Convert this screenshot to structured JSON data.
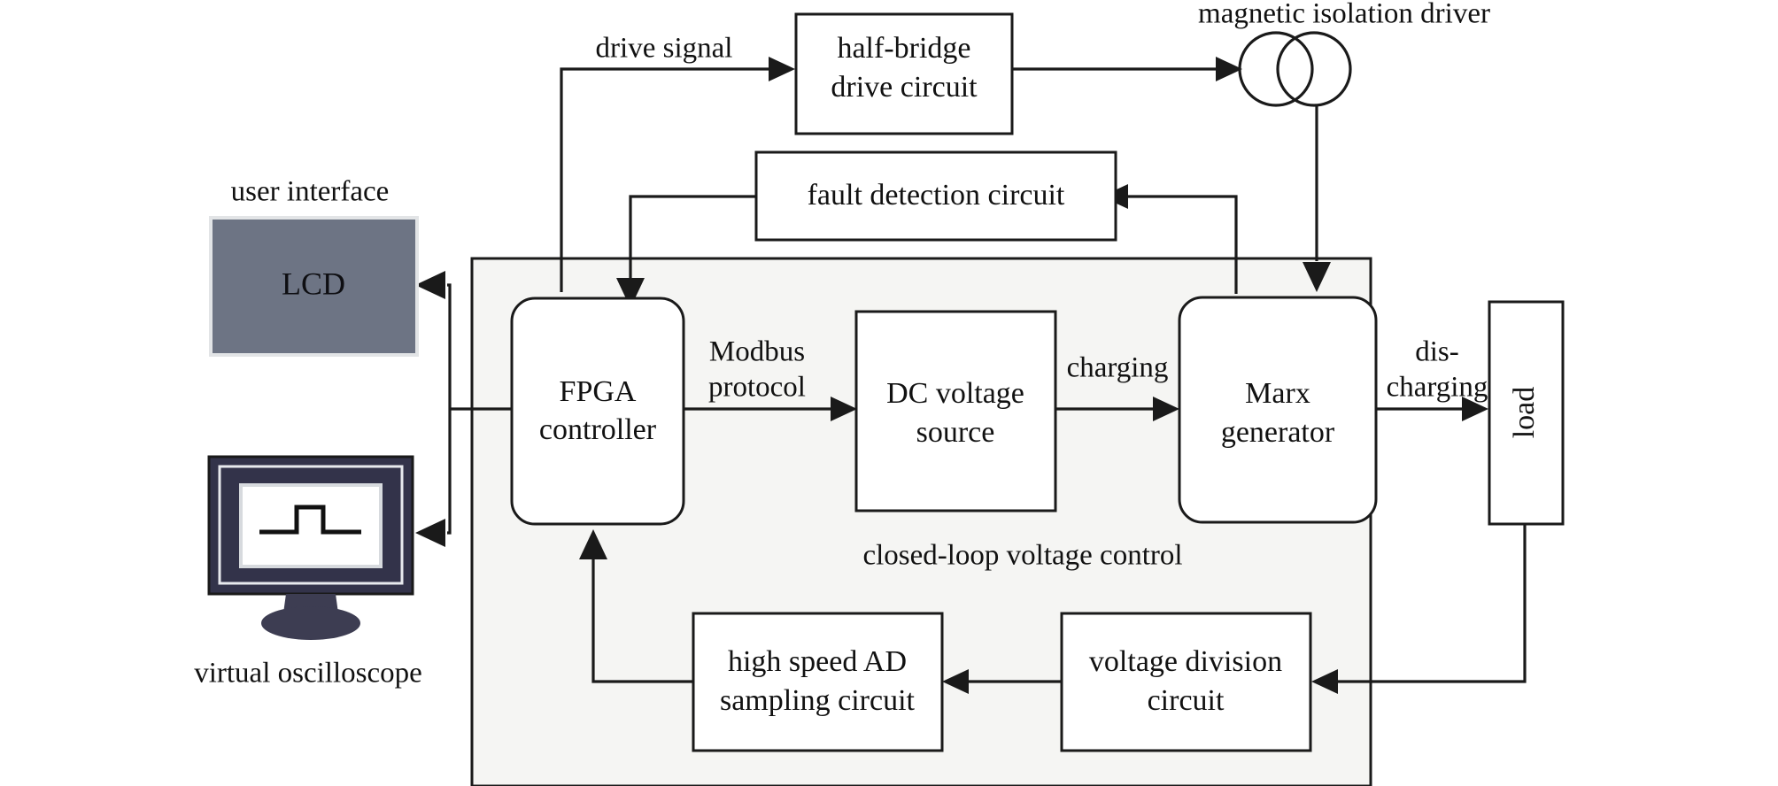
{
  "diagram": {
    "title": "closed-loop voltage control block diagram",
    "colors": {
      "background": "#ffffff",
      "region_fill": "#f5f5f3",
      "block_fill": "#ffffff",
      "stroke": "#1a1a1a",
      "lcd_fill": "#6d7484",
      "scope_frame": "#33334a",
      "scope_screen": "#ffffff"
    },
    "blocks": {
      "half_bridge": {
        "line1": "half-bridge",
        "line2": "drive circuit"
      },
      "fault_detection": {
        "line1": "fault detection circuit"
      },
      "fpga": {
        "line1": "FPGA",
        "line2": "controller"
      },
      "dc_source": {
        "line1": "DC voltage",
        "line2": "source"
      },
      "marx": {
        "line1": "Marx",
        "line2": "generator"
      },
      "load": {
        "line1": "load"
      },
      "ad_sampling": {
        "line1": "high speed AD",
        "line2": "sampling circuit"
      },
      "voltage_division": {
        "line1": "voltage division",
        "line2": "circuit"
      },
      "lcd": {
        "line1": "LCD"
      }
    },
    "labels": {
      "drive_signal": "drive signal",
      "magnetic_isolation_driver": "magnetic isolation driver",
      "user_interface": "user interface",
      "virtual_oscilloscope": "virtual oscilloscope",
      "modbus_line1": "Modbus",
      "modbus_line2": "protocol",
      "charging": "charging",
      "discharging_line1": "dis-",
      "discharging_line2": "charging",
      "closed_loop": "closed-loop voltage control"
    },
    "symbols": {
      "transformer": "magnetic-isolation-transformer",
      "waveform": "square-pulse-waveform"
    }
  }
}
